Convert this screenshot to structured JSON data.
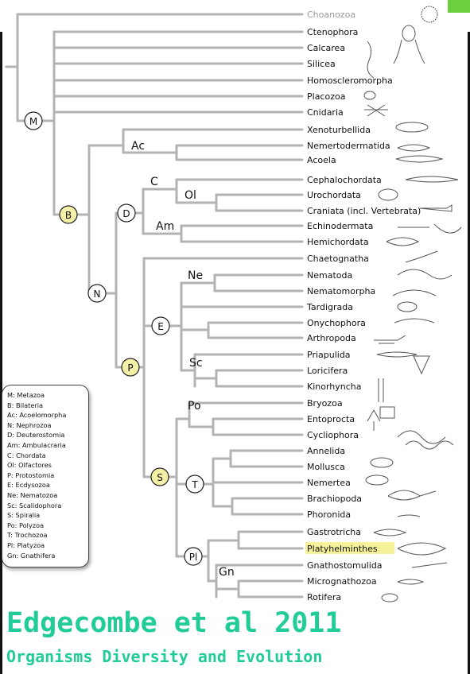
{
  "taxa": [
    {
      "name": "Choanozoa",
      "outgroup": true,
      "highlight": false
    },
    {
      "name": "Ctenophora",
      "outgroup": false,
      "highlight": false
    },
    {
      "name": "Calcarea",
      "outgroup": false,
      "highlight": false
    },
    {
      "name": "Silicea",
      "outgroup": false,
      "highlight": false
    },
    {
      "name": "Homoscleromorpha",
      "outgroup": false,
      "highlight": false
    },
    {
      "name": "Placozoa",
      "outgroup": false,
      "highlight": false
    },
    {
      "name": "Cnidaria",
      "outgroup": false,
      "highlight": false
    },
    {
      "name": "Xenoturbellida",
      "outgroup": false,
      "highlight": false
    },
    {
      "name": "Nemertodermatida",
      "outgroup": false,
      "highlight": false
    },
    {
      "name": "Acoela",
      "outgroup": false,
      "highlight": false
    },
    {
      "name": "Cephalochordata",
      "outgroup": false,
      "highlight": false
    },
    {
      "name": "Urochordata",
      "outgroup": false,
      "highlight": false
    },
    {
      "name": "Craniata (incl. Vertebrata)",
      "outgroup": false,
      "highlight": false
    },
    {
      "name": "Echinodermata",
      "outgroup": false,
      "highlight": false
    },
    {
      "name": "Hemichordata",
      "outgroup": false,
      "highlight": false
    },
    {
      "name": "Chaetognatha",
      "outgroup": false,
      "highlight": false
    },
    {
      "name": "Nematoda",
      "outgroup": false,
      "highlight": false
    },
    {
      "name": "Nematomorpha",
      "outgroup": false,
      "highlight": false
    },
    {
      "name": "Tardigrada",
      "outgroup": false,
      "highlight": false
    },
    {
      "name": "Onychophora",
      "outgroup": false,
      "highlight": false
    },
    {
      "name": "Arthropoda",
      "outgroup": false,
      "highlight": false
    },
    {
      "name": "Priapulida",
      "outgroup": false,
      "highlight": false
    },
    {
      "name": "Loricifera",
      "outgroup": false,
      "highlight": false
    },
    {
      "name": "Kinorhyncha",
      "outgroup": false,
      "highlight": false
    },
    {
      "name": "Bryozoa",
      "outgroup": false,
      "highlight": false
    },
    {
      "name": "Entoprocta",
      "outgroup": false,
      "highlight": false
    },
    {
      "name": "Cycliophora",
      "outgroup": false,
      "highlight": false
    },
    {
      "name": "Annelida",
      "outgroup": false,
      "highlight": false
    },
    {
      "name": "Mollusca",
      "outgroup": false,
      "highlight": false
    },
    {
      "name": "Nemertea",
      "outgroup": false,
      "highlight": false
    },
    {
      "name": "Brachiopoda",
      "outgroup": false,
      "highlight": false
    },
    {
      "name": "Phoronida",
      "outgroup": false,
      "highlight": false
    },
    {
      "name": "Gastrotricha",
      "outgroup": false,
      "highlight": false
    },
    {
      "name": "Platyhelminthes",
      "outgroup": false,
      "highlight": true
    },
    {
      "name": "Gnathostomulida",
      "outgroup": false,
      "highlight": false
    },
    {
      "name": "Micrognathozoa",
      "outgroup": false,
      "highlight": false
    },
    {
      "name": "Rotifera",
      "outgroup": false,
      "highlight": false
    }
  ],
  "circle_nodes": [
    {
      "id": "M",
      "label": "M",
      "highlight": false
    },
    {
      "id": "B",
      "label": "B",
      "highlight": true
    },
    {
      "id": "N",
      "label": "N",
      "highlight": false
    },
    {
      "id": "D",
      "label": "D",
      "highlight": false
    },
    {
      "id": "P",
      "label": "P",
      "highlight": true
    },
    {
      "id": "E",
      "label": "E",
      "highlight": false
    },
    {
      "id": "S",
      "label": "S",
      "highlight": true
    },
    {
      "id": "T",
      "label": "T",
      "highlight": false
    },
    {
      "id": "Pl",
      "label": "Pl",
      "highlight": false
    }
  ],
  "text_nodes": [
    {
      "id": "Ac",
      "label": "Ac"
    },
    {
      "id": "C",
      "label": "C"
    },
    {
      "id": "Ol",
      "label": "Ol"
    },
    {
      "id": "Am",
      "label": "Am"
    },
    {
      "id": "Ne",
      "label": "Ne"
    },
    {
      "id": "Sc",
      "label": "Sc"
    },
    {
      "id": "Po",
      "label": "Po"
    },
    {
      "id": "Gn",
      "label": "Gn"
    }
  ],
  "legend": [
    "M: Metazoa",
    "B: Bilateria",
    "Ac: Acoelomorpha",
    "N: Nephrozoa",
    "D: Deuterostomia",
    "Am: Ambulacraria",
    "C: Chordata",
    "Ol: Olfactores",
    "P: Protostomia",
    "E: Ecdysozoa",
    "Ne: Nematozoa",
    "Sc: Scalidophora",
    "S: Spiralia",
    "Po: Polyzoa",
    "T: Trochozoa",
    "Pl: Platyzoa",
    "Gn: Gnathifera"
  ],
  "citation": {
    "title": "Edgecombe et al 2011",
    "journal": "Organisms Diversity and Evolution"
  },
  "colors": {
    "branch": "#b3b3b3",
    "node_highlight": "#f3f0a8",
    "node_plain": "#ffffff",
    "label_highlight": "#f5f29a",
    "outgroup_text": "#9a9a9a",
    "citation": "#22cc99"
  }
}
